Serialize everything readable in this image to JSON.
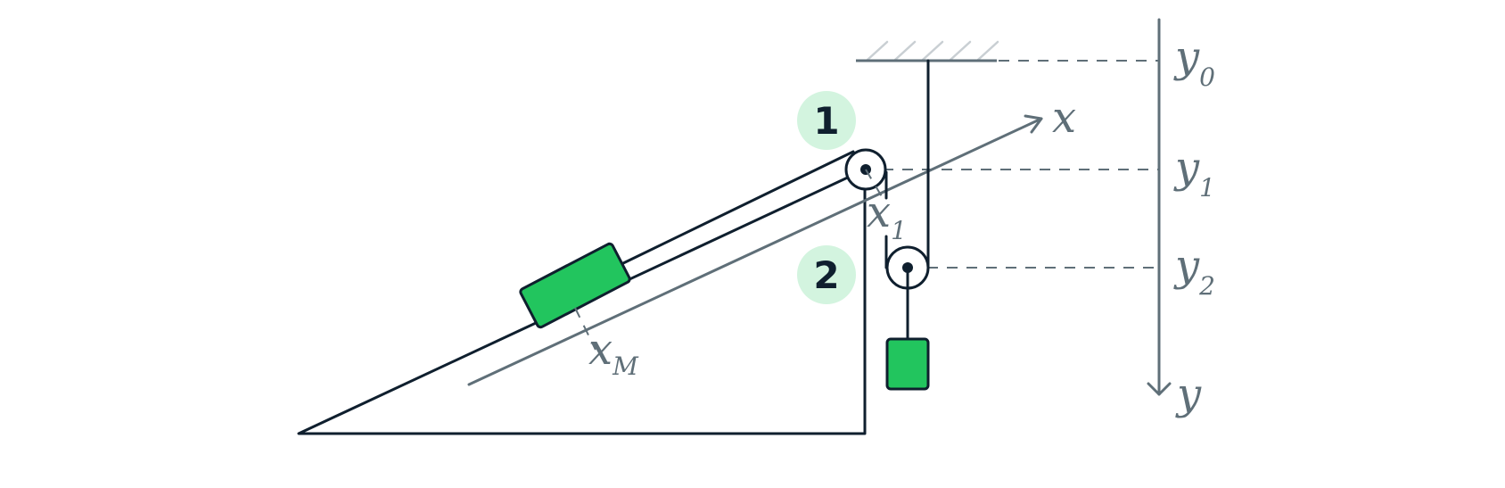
{
  "labels": {
    "badge_1": "1",
    "badge_2": "2",
    "axis_x": "x",
    "axis_y": "y",
    "y0": {
      "base": "y",
      "sub": "0"
    },
    "y1": {
      "base": "y",
      "sub": "1"
    },
    "y2": {
      "base": "y",
      "sub": "2"
    },
    "x1": {
      "base": "x",
      "sub": "1"
    },
    "xM": {
      "base": "x",
      "sub": "M"
    }
  },
  "colors": {
    "ink": "#0f1f2e",
    "axis": "#5f6f78",
    "mass_fill": "#22c55e",
    "badge_fill": "#d3f4df",
    "hatch": "#c9cfd3"
  }
}
